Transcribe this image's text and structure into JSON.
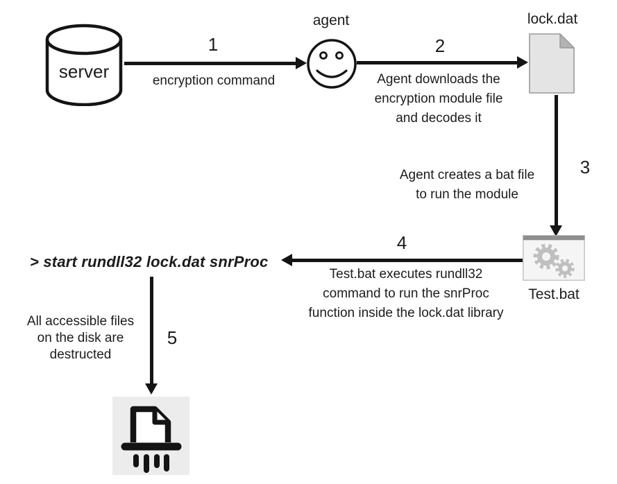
{
  "diagram": {
    "nodes": {
      "server": {
        "label": "server",
        "icon": "database-cylinder-icon"
      },
      "agent": {
        "label": "agent",
        "icon": "smiley-face-icon"
      },
      "lock_dat": {
        "label": "lock.dat",
        "icon": "document-file-icon"
      },
      "test_bat": {
        "label": "Test.bat",
        "icon": "gears-window-icon"
      },
      "command": {
        "label": "> start rundll32 lock.dat snrProc"
      },
      "shredder": {
        "icon": "file-shredder-icon"
      }
    },
    "steps": [
      {
        "number": "1",
        "lines": [
          "encryption command"
        ]
      },
      {
        "number": "2",
        "lines": [
          "Agent downloads the",
          "encryption module file",
          "and decodes it"
        ]
      },
      {
        "number": "3",
        "lines": [
          "Agent creates a bat file",
          "to run the module"
        ]
      },
      {
        "number": "4",
        "lines": [
          "Test.bat executes rundll32",
          "command to run the snrProc",
          "function inside the lock.dat library"
        ]
      },
      {
        "number": "5",
        "lines": [
          "All accessible files",
          "on the disk are",
          "destructed"
        ]
      }
    ],
    "colors": {
      "ink": "#141414",
      "text": "#1c1c1c",
      "file_fill": "#e4e4e4",
      "file_border": "#999999",
      "file_fold": "#b3b3b3",
      "window_bar": "#8f8f8f",
      "window_fill": "#f5f5f5",
      "gear_fill": "#bfbfbf",
      "shredder_bg": "#ececec"
    }
  }
}
